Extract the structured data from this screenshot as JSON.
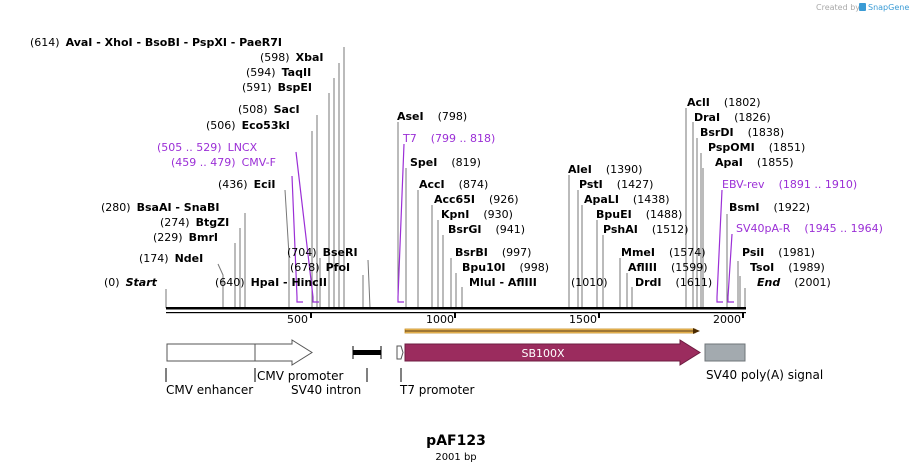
{
  "watermark": {
    "text": "Created by",
    "brand": "SnapGene"
  },
  "plasmid": {
    "name": "pAF123",
    "length_label": "2001 bp"
  },
  "colors": {
    "sb100x": "#9b2c5e",
    "sv40polya": "#a3aaaf",
    "orf_arrow": "#f0a030",
    "purple": "#9b2fd6"
  },
  "scale": {
    "ticks": [
      "500",
      "1000",
      "1500",
      "2000"
    ]
  },
  "sites": [
    {
      "pos": "(614)",
      "parts": [
        "AvaI",
        "XhoI",
        "BsoBI",
        "PspXI",
        "PaeR7I"
      ]
    },
    {
      "pos": "(598)",
      "parts": [
        "XbaI"
      ]
    },
    {
      "pos": "(594)",
      "parts": [
        "TaqII"
      ]
    },
    {
      "pos": "(591)",
      "parts": [
        "BspEI"
      ]
    },
    {
      "pos": "(508)",
      "parts": [
        "SacI"
      ]
    },
    {
      "pos": "(506)",
      "parts": [
        "Eco53kI"
      ]
    },
    {
      "pos": "(505 .. 529)",
      "parts": [
        "LNCX"
      ],
      "feature": true
    },
    {
      "pos": "(459 .. 479)",
      "parts": [
        "CMV-F"
      ],
      "feature": true
    },
    {
      "pos": "(436)",
      "parts": [
        "EciI"
      ]
    },
    {
      "pos": "(280)",
      "parts": [
        "BsaAI",
        "SnaBI"
      ]
    },
    {
      "pos": "(274)",
      "parts": [
        "BtgZI"
      ]
    },
    {
      "pos": "(229)",
      "parts": [
        "BmrI"
      ]
    },
    {
      "pos": "(174)",
      "parts": [
        "NdeI"
      ]
    },
    {
      "pos": "(0)",
      "parts": [
        "Start"
      ],
      "italic": true
    },
    {
      "pos": "(640)",
      "parts": [
        "HpaI",
        "HincII"
      ]
    },
    {
      "pos": "(678)",
      "parts": [
        "PfoI"
      ]
    },
    {
      "pos": "(704)",
      "parts": [
        "BseRI"
      ]
    },
    {
      "pos": "(798)",
      "parts": [
        "AseI"
      ]
    },
    {
      "pos": "(799 .. 818)",
      "parts": [
        "T7"
      ],
      "feature": true
    },
    {
      "pos": "(819)",
      "parts": [
        "SpeI"
      ]
    },
    {
      "pos": "(874)",
      "parts": [
        "AccI"
      ]
    },
    {
      "pos": "(926)",
      "parts": [
        "Acc65I"
      ]
    },
    {
      "pos": "(930)",
      "parts": [
        "KpnI"
      ]
    },
    {
      "pos": "(941)",
      "parts": [
        "BsrGI"
      ]
    },
    {
      "pos": "(997)",
      "parts": [
        "BsrBI"
      ]
    },
    {
      "pos": "(998)",
      "parts": [
        "Bpu10I"
      ]
    },
    {
      "pos": "",
      "parts": [
        "MluI",
        "AflIII"
      ]
    },
    {
      "pos": "(1010)",
      "parts": []
    },
    {
      "pos": "(1390)",
      "parts": [
        "AleI"
      ]
    },
    {
      "pos": "(1427)",
      "parts": [
        "PstI"
      ]
    },
    {
      "pos": "(1438)",
      "parts": [
        "ApaLI"
      ]
    },
    {
      "pos": "(1488)",
      "parts": [
        "BpuEI"
      ]
    },
    {
      "pos": "(1512)",
      "parts": [
        "PshAI"
      ]
    },
    {
      "pos": "(1574)",
      "parts": [
        "MmeI"
      ]
    },
    {
      "pos": "(1599)",
      "parts": [
        "AflIII"
      ]
    },
    {
      "pos": "(1611)",
      "parts": [
        "DrdI"
      ]
    },
    {
      "pos": "(1802)",
      "parts": [
        "AclI"
      ]
    },
    {
      "pos": "(1826)",
      "parts": [
        "DraI"
      ]
    },
    {
      "pos": "(1838)",
      "parts": [
        "BsrDI"
      ]
    },
    {
      "pos": "(1851)",
      "parts": [
        "PspOMI"
      ]
    },
    {
      "pos": "(1855)",
      "parts": [
        "ApaI"
      ]
    },
    {
      "pos": "(1891 .. 1910)",
      "parts": [
        "EBV-rev"
      ],
      "feature": true
    },
    {
      "pos": "(1922)",
      "parts": [
        "BsmI"
      ]
    },
    {
      "pos": "(1945 .. 1964)",
      "parts": [
        "SV40pA-R"
      ],
      "feature": true
    },
    {
      "pos": "(1981)",
      "parts": [
        "PsiI"
      ]
    },
    {
      "pos": "(1989)",
      "parts": [
        "TsoI"
      ]
    },
    {
      "pos": "(2001)",
      "parts": [
        "End"
      ],
      "italic": true
    }
  ],
  "features": [
    {
      "label": "CMV enhancer"
    },
    {
      "label": "CMV promoter"
    },
    {
      "label": "SV40 intron"
    },
    {
      "label": "T7 promoter"
    },
    {
      "label": "SB100X"
    },
    {
      "label": "SV40 poly(A) signal"
    }
  ]
}
